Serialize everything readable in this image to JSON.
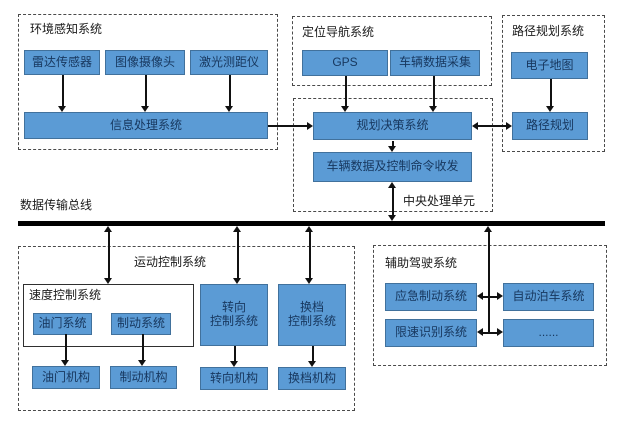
{
  "colors": {
    "node_fill": "#5b9bd5",
    "node_border": "#41719c",
    "node_text": "#17375e",
    "line": "#111111"
  },
  "groups": {
    "perception": {
      "title": "环境感知系统",
      "sensors": [
        "雷达传感器",
        "图像摄像头",
        "激光测距仪"
      ],
      "processor": "信息处理系统"
    },
    "navigation": {
      "title": "定位导航系统",
      "gps": "GPS",
      "vehicle_data": "车辆数据采集"
    },
    "path_planning": {
      "title": "路径规划系统",
      "digital_map": "电子地图",
      "route_planning": "路径规划"
    },
    "central": {
      "label": "中央处理单元",
      "decision": "规划决策系统",
      "transceiver": "车辆数据及控制命令收发"
    },
    "bus": {
      "label": "数据传输总线"
    },
    "motion": {
      "title": "运动控制系统",
      "speed": {
        "title": "速度控制系统",
        "throttle": "油门系统",
        "brake": "制动系统"
      },
      "steering": {
        "line1": "转向",
        "line2": "控制系统"
      },
      "gear": {
        "line1": "换档",
        "line2": "控制系统"
      },
      "throttle_mech": "油门机构",
      "brake_mech": "制动机构",
      "steering_mech": "转向机构",
      "gear_mech": "换档机构"
    },
    "assist": {
      "title": "辅助驾驶系统",
      "emergency_brake": "应急制动系统",
      "auto_parking": "自动泊车系统",
      "speed_limit": "限速识别系统",
      "more": "......"
    }
  }
}
